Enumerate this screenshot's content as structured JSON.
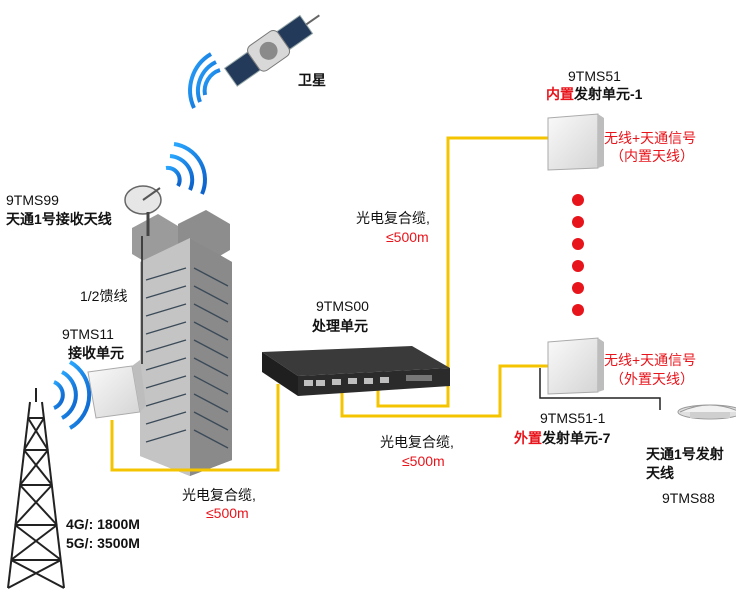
{
  "satellite": {
    "label": "卫星"
  },
  "antenna_99": {
    "code": "9TMS99",
    "name": "天通1号接收天线"
  },
  "feeder": {
    "label": "1/2馈线"
  },
  "unit_11": {
    "code": "9TMS11",
    "name": "接收单元"
  },
  "tower": {
    "band_4g": "4G/:   1800M",
    "band_5g": "5G/:    3500M"
  },
  "cable_left": {
    "label": "光电复合缆,",
    "length": "≤500m"
  },
  "cable_mid": {
    "label": "光电复合缆,",
    "length": "≤500m"
  },
  "cable_top": {
    "label": "光电复合缆,",
    "length": "≤500m"
  },
  "unit_00": {
    "code": "9TMS00",
    "name": "处理单元"
  },
  "unit_51": {
    "code": "9TMS51",
    "name_red": "内置",
    "name_rest": "发射单元-1",
    "signal": "无线+天通信号",
    "signal_sub": "（内置天线）"
  },
  "unit_51_1": {
    "code": "9TMS51-1",
    "name_red": "外置",
    "name_rest": "发射单元-7",
    "signal": "无线+天通信号",
    "signal_sub": "（外置天线）"
  },
  "antenna_88": {
    "name_line1": "天通1号发射",
    "name_line2": "天线",
    "code": "9TMS88"
  },
  "colors": {
    "cable": "#f5c400",
    "accent_red": "#e8141b",
    "wireless": "#1e90ff"
  }
}
